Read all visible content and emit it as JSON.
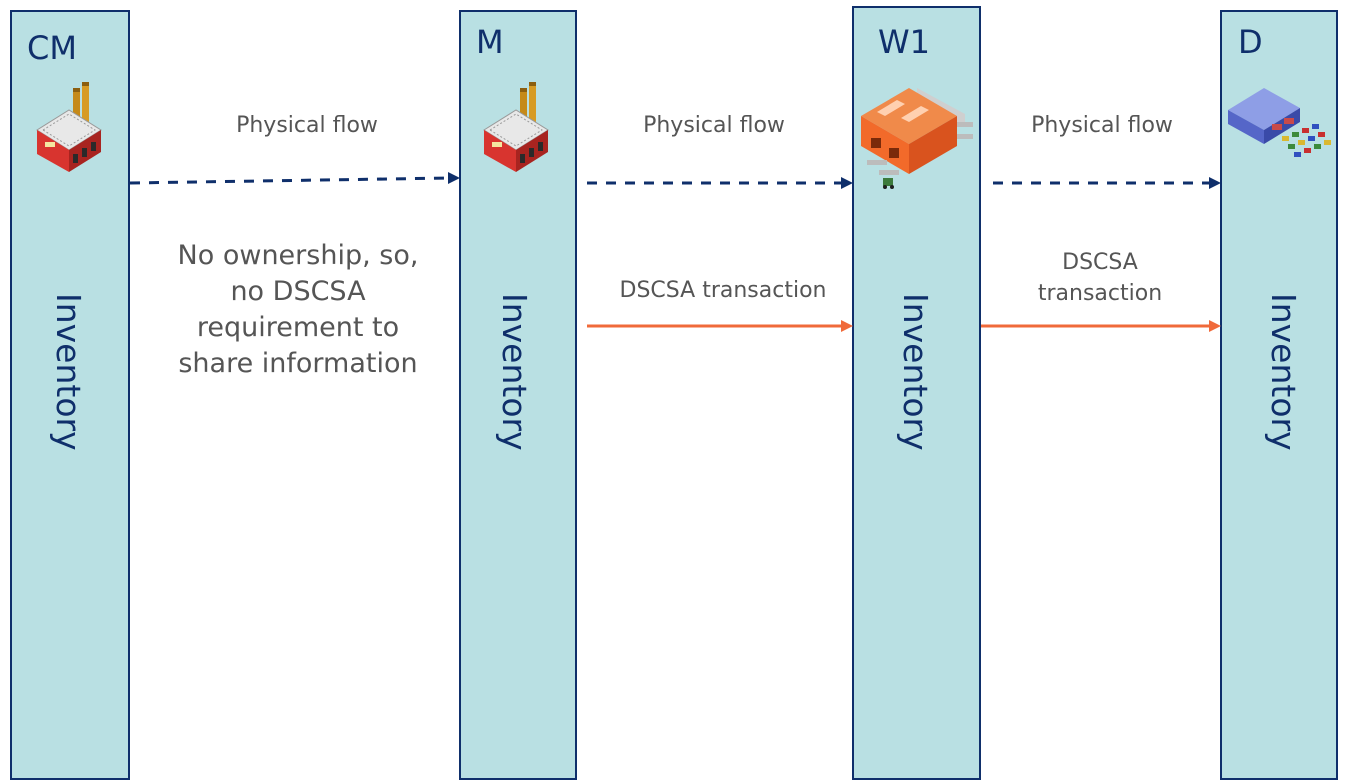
{
  "lanes": [
    {
      "code": "CM",
      "inventory_label": "Inventory",
      "icon": "factory-icon"
    },
    {
      "code": "M",
      "inventory_label": "Inventory",
      "icon": "factory-icon"
    },
    {
      "code": "W1",
      "inventory_label": "Inventory",
      "icon": "warehouse-icon"
    },
    {
      "code": "D",
      "inventory_label": "Inventory",
      "icon": "distribution-center-icon"
    }
  ],
  "flows": {
    "physical": [
      "Physical flow",
      "Physical flow",
      "Physical flow"
    ],
    "transaction": [
      "DSCSA transaction",
      "DSCSA transaction"
    ],
    "note": [
      "No ownership, so,",
      "no DSCSA",
      "requirement to",
      "share information"
    ]
  },
  "colors": {
    "lane_fill": "#b9e0e3",
    "lane_border": "#0f2f6b",
    "physical_arrow": "#0f2f6b",
    "transaction_arrow": "#f06a3a",
    "label_text": "#555555"
  }
}
